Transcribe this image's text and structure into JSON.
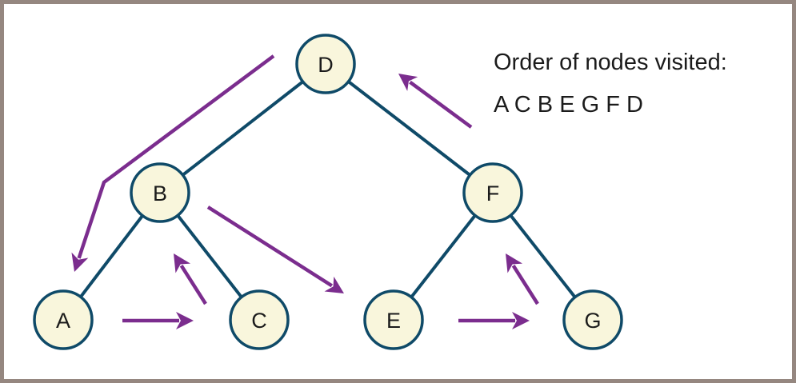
{
  "diagram": {
    "type": "binary-tree-postorder-traversal",
    "nodes": [
      {
        "id": "D",
        "label": "D",
        "parent": null
      },
      {
        "id": "B",
        "label": "B",
        "parent": "D"
      },
      {
        "id": "F",
        "label": "F",
        "parent": "D"
      },
      {
        "id": "A",
        "label": "A",
        "parent": "B"
      },
      {
        "id": "C",
        "label": "C",
        "parent": "B"
      },
      {
        "id": "E",
        "label": "E",
        "parent": "F"
      },
      {
        "id": "G",
        "label": "G",
        "parent": "F"
      }
    ],
    "edges": [
      {
        "from": "D",
        "to": "B"
      },
      {
        "from": "D",
        "to": "F"
      },
      {
        "from": "B",
        "to": "A"
      },
      {
        "from": "B",
        "to": "C"
      },
      {
        "from": "F",
        "to": "E"
      },
      {
        "from": "F",
        "to": "G"
      }
    ],
    "traversal_arrows": [
      {
        "from": "D",
        "to": "A"
      },
      {
        "from": "A",
        "to": "C"
      },
      {
        "from": "C",
        "to": "B"
      },
      {
        "from": "B",
        "to": "E"
      },
      {
        "from": "E",
        "to": "G"
      },
      {
        "from": "G",
        "to": "F"
      },
      {
        "from": "F",
        "to": "D"
      }
    ]
  },
  "legend": {
    "title": "Order of nodes visited:",
    "order": "A C B E G F D"
  },
  "colors": {
    "node_fill": "#f9f6dc",
    "node_stroke": "#0f4a68",
    "arrow": "#7b2d8e",
    "frame": "#958780",
    "text": "#1b1b1b"
  }
}
